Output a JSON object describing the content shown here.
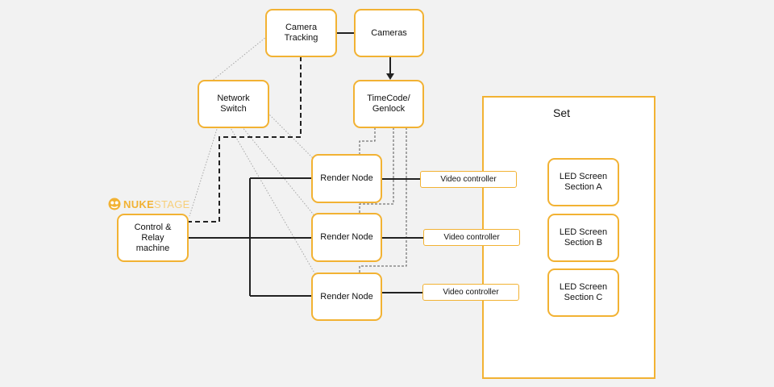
{
  "logo": {
    "word_bold": "NUKE",
    "word_light": "STAGE",
    "icon": "nuke-head-icon"
  },
  "nodes": {
    "camera_tracking": "Camera\nTracking",
    "cameras": "Cameras",
    "network_switch": "Network\nSwitch",
    "timecode": "TimeCode/\nGenlock",
    "control_relay": "Control &\nRelay\nmachine",
    "render_node_1": "Render Node",
    "render_node_2": "Render Node",
    "render_node_3": "Render Node",
    "led_a": "LED Screen\nSection A",
    "led_b": "LED Screen\nSection B",
    "led_c": "LED Screen\nSection C"
  },
  "video_controllers": [
    "Video controller",
    "Video controller",
    "Video controller"
  ],
  "set": {
    "label": "Set"
  },
  "colors": {
    "accent": "#f2b233",
    "background": "#f2f2f2",
    "line": "#111111",
    "thin_line": "#9a9a9a"
  }
}
